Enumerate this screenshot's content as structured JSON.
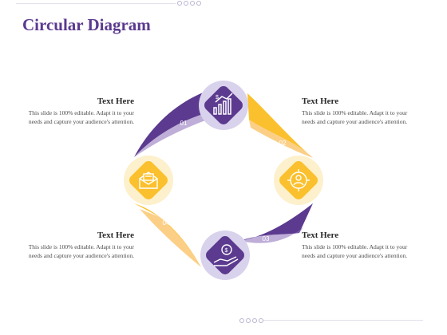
{
  "title": "Circular Diagram",
  "steps": [
    {
      "number": "01",
      "heading": "Text Here",
      "body": "This slide is 100% editable. Adapt it to your needs and capture your audience's attention."
    },
    {
      "number": "02",
      "heading": "Text Here",
      "body": "This slide is 100% editable. Adapt it to your needs and capture your audience's attention."
    },
    {
      "number": "03",
      "heading": "Text Here",
      "body": "This slide is 100% editable. Adapt it to your needs and capture your audience's attention."
    },
    {
      "number": "04",
      "heading": "Text Here",
      "body": "This slide is 100% editable. Adapt it to your needs and capture your audience's attention."
    }
  ],
  "icons": [
    "dollar-chart-icon",
    "target-person-icon",
    "dollar-hand-icon",
    "mail-icon"
  ],
  "colors": {
    "purple": "#5b3a8f",
    "purple_light": "#d9d2ec",
    "yellow": "#fbc02d",
    "yellow_light": "#fdf0cc",
    "title": "#5b3a8f"
  }
}
